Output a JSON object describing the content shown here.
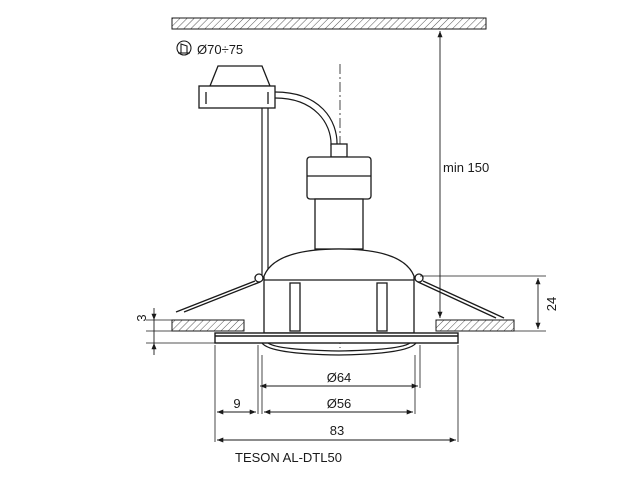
{
  "cutout_label": "Ø70÷75",
  "min_depth_label": "min 150",
  "dimensions": {
    "height": "24",
    "ceiling_thickness": "3",
    "glass_diameter": "Ø64",
    "reflector_diameter": "Ø56",
    "offset": "9",
    "total_diameter": "83"
  },
  "model_name": "TESON AL-DTL50",
  "icons": {
    "cutout": "hole-saw-icon"
  },
  "colors": {
    "line": "#1a1a1a",
    "hatch": "#555555"
  }
}
